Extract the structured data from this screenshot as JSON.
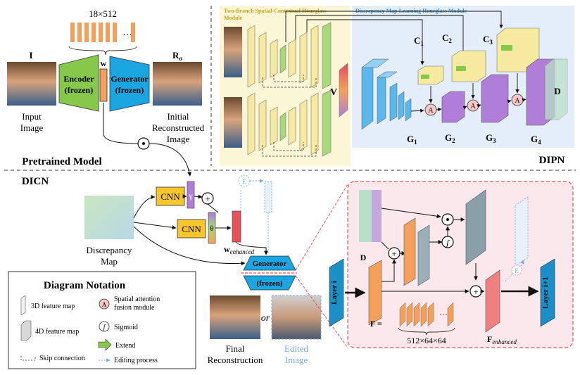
{
  "pretrained": {
    "dims": "18×512",
    "input_label": "I",
    "input_caption": [
      "Input",
      "Image"
    ],
    "encoder": [
      "Encoder",
      "(frozen)"
    ],
    "w_label": "w",
    "generator": [
      "Generator",
      "(frozen)"
    ],
    "ro_label": "R",
    "ro_sub": "o",
    "recon_caption": [
      "Initial",
      "Reconstructed",
      "Image"
    ],
    "title": "Pretrained Model"
  },
  "dipn": {
    "title": "DIPN",
    "left_module": [
      "Two-Branch Spatial-Contextual Hourglass",
      "Module"
    ],
    "right_module": "Discrepency Map Learning Hourglass Module",
    "v_label": "V",
    "c_labels": [
      "C",
      "C",
      "C"
    ],
    "c_subs": [
      "1",
      "2",
      "3"
    ],
    "g_labels": [
      "G",
      "G",
      "G",
      "G"
    ],
    "g_subs": [
      "1",
      "2",
      "3",
      "4"
    ],
    "a_label": "A",
    "d_label": "D"
  },
  "dicn": {
    "title": "DICN",
    "map_caption": [
      "Discrepancy",
      "Map"
    ],
    "cnn1": "CNN",
    "cnn2": "CNN",
    "gamma": "γ",
    "theta": "θ",
    "e_label": "E",
    "w_enh": "w",
    "w_enh_sub": "enhanced",
    "generator": "Generator",
    "frozen": "(frozen)",
    "or_label": "or",
    "final_caption": [
      "Final",
      "Reconstruction"
    ],
    "edited_caption": [
      "Edited",
      "Image"
    ],
    "d_label": "D",
    "layer_i": "Layer  i",
    "layer_i1": "Layer  i+1",
    "f_eq": "F =",
    "f_dims": "512×64×64",
    "f_enh": "F",
    "f_enh_sub": "enhanced",
    "e_label2": "E"
  },
  "notation": {
    "title": "Diagram Notation",
    "items": [
      "3D feature map",
      "4D feature map",
      "Skip connection",
      "Spatial attention",
      "fusion module",
      "Sigmoid",
      "Extend",
      "Editing process"
    ],
    "a_label": "A"
  },
  "colors": {
    "encoder": "#86c94a",
    "generator": "#1aa6e0",
    "orange": "#f5a05a",
    "yellow_block": "#f6e9a0",
    "green_block": "#a8d878",
    "blue_block": "#5bb8ec",
    "purple_block": "#b07ed8",
    "cnn": "#f7c52c",
    "pink_bg": "#fbe8ec",
    "red_dash": "#e8535a",
    "edit_blue": "#7aa8e0",
    "layer_blue": "#1a8fc8"
  }
}
